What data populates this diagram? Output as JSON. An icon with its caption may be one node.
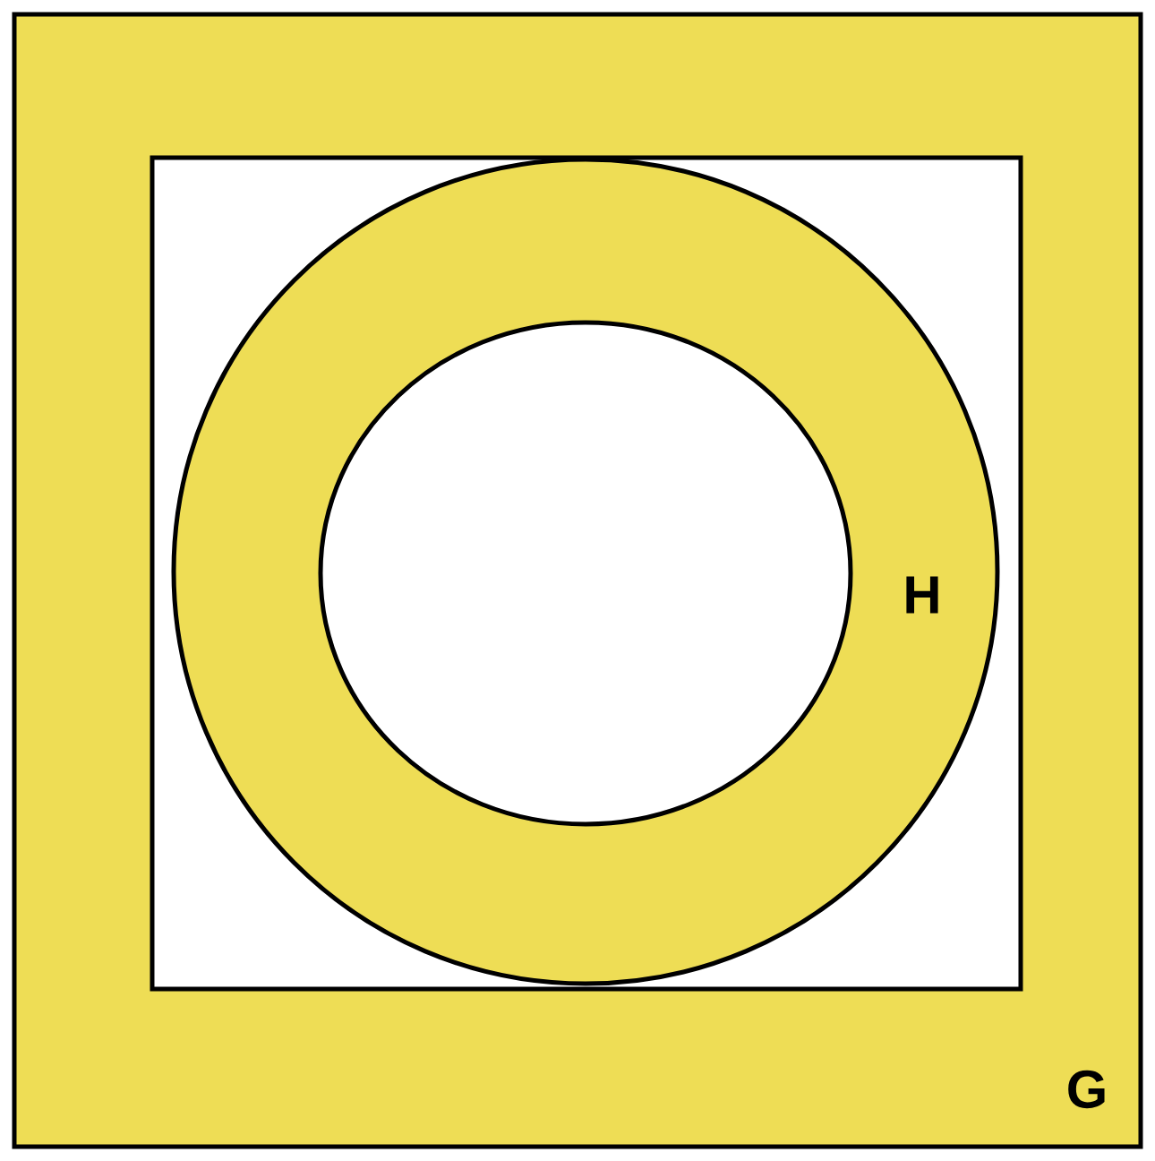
{
  "diagram": {
    "nodes": [
      {
        "text": [
          "G"
        ]
      },
      {
        "text": [],
        "shape": "box",
        "in": 0
      },
      {
        "text": [
          "H"
        ],
        "in": 1
      },
      {
        "text": [],
        "shape": "circle",
        "in": 2
      }
    ]
  }
}
